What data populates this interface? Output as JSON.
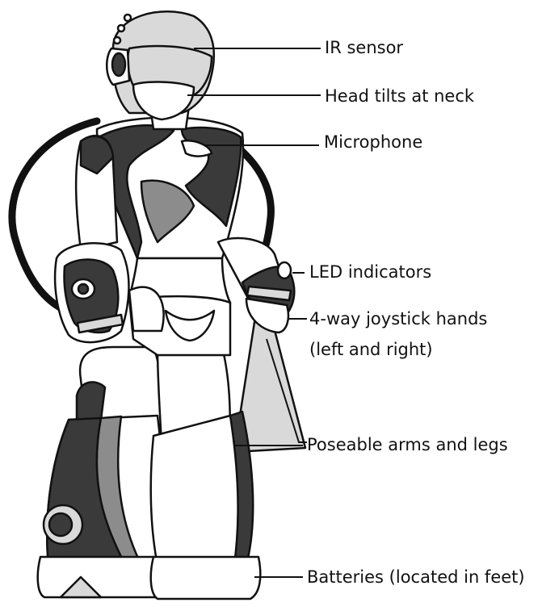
{
  "diagram": {
    "labels": {
      "ir_sensor": "IR sensor",
      "head_tilts": "Head tilts at neck",
      "microphone": "Microphone",
      "led_indicators": "LED indicators",
      "joystick_line1": "4-way joystick hands",
      "joystick_line2": "(left and right)",
      "poseable": "Poseable arms and legs",
      "batteries": "Batteries (located in feet)"
    },
    "colors": {
      "dark": "#3a3a3a",
      "mid": "#8c8c8c",
      "light": "#d9d9d9",
      "outline": "#111111",
      "white": "#ffffff"
    }
  }
}
